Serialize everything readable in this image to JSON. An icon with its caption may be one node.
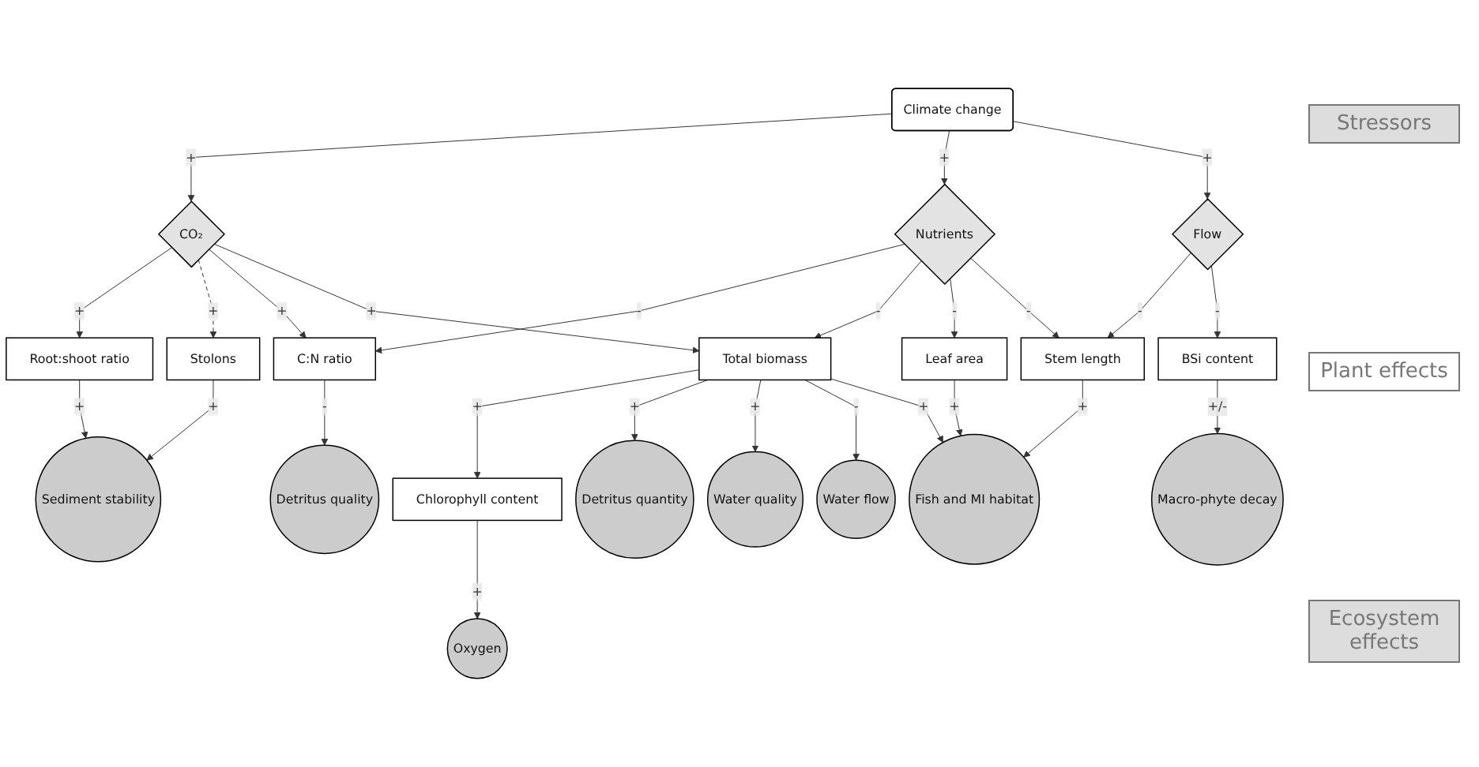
{
  "diagram": {
    "nodes": [
      {
        "text": [
          "Climate change"
        ]
      },
      {
        "text": [
          "CO₂"
        ]
      },
      {
        "text": [
          "Nutrients"
        ]
      },
      {
        "text": [
          "Flow"
        ]
      },
      {
        "text": [
          "Stressors"
        ]
      },
      {
        "text": [
          "Root:shoot ratio"
        ]
      },
      {
        "text": [
          "Stolons"
        ]
      },
      {
        "text": [
          "C:N ratio"
        ]
      },
      {
        "text": [
          "Total biomass"
        ]
      },
      {
        "text": [
          "Leaf area"
        ]
      },
      {
        "text": [
          "Stem length"
        ]
      },
      {
        "text": [
          "BSi content"
        ]
      },
      {
        "text": [
          "Plant effects"
        ]
      },
      {
        "text": [
          "Chlorophyll content"
        ]
      },
      {
        "text": [
          "Sediment stability"
        ]
      },
      {
        "text": [
          "Detritus quality"
        ]
      },
      {
        "text": [
          "Detritus quantity"
        ]
      },
      {
        "text": [
          "Oxygen"
        ]
      },
      {
        "text": [
          "Water quality"
        ]
      },
      {
        "text": [
          "Water flow"
        ]
      },
      {
        "text": [
          "Fish and MI habitat"
        ]
      },
      {
        "text": [
          "Macro-phyte decay"
        ]
      },
      {
        "text": [
          "Ecosystem effects"
        ]
      }
    ],
    "edges": [
      {
        "from": 0,
        "to": 1,
        "arrow": "to",
        "label": "+"
      },
      {
        "from": 0,
        "to": 2,
        "arrow": "to",
        "label": "+"
      },
      {
        "from": 0,
        "to": 3,
        "arrow": "to",
        "label": "+"
      },
      {
        "from": 1,
        "to": 5,
        "arrow": "to",
        "label": "+"
      },
      {
        "from": 1,
        "to": 6,
        "arrow": "to",
        "label": "+",
        "style": "dashed"
      },
      {
        "from": 1,
        "to": 7,
        "arrow": "to",
        "label": "+"
      },
      {
        "from": 1,
        "to": 8,
        "arrow": "to",
        "label": "+"
      },
      {
        "from": 2,
        "to": 7,
        "arrow": "to",
        "label": "-"
      },
      {
        "from": 2,
        "to": 8,
        "arrow": "to",
        "label": "-"
      },
      {
        "from": 2,
        "to": 9,
        "arrow": "to",
        "label": "-"
      },
      {
        "from": 2,
        "to": 10,
        "arrow": "to",
        "label": "-"
      },
      {
        "from": 3,
        "to": 10,
        "arrow": "to",
        "label": "-"
      },
      {
        "from": 3,
        "to": 11,
        "arrow": "to",
        "label": "-"
      },
      {
        "from": 5,
        "to": 14,
        "arrow": "to",
        "label": "+"
      },
      {
        "from": 6,
        "to": 14,
        "arrow": "to",
        "label": "+"
      },
      {
        "from": 7,
        "to": 15,
        "arrow": "to",
        "label": "-"
      },
      {
        "from": 8,
        "to": 13,
        "arrow": "to",
        "label": "+"
      },
      {
        "from": 8,
        "to": 16,
        "arrow": "to",
        "label": "+"
      },
      {
        "from": 8,
        "to": 18,
        "arrow": "to",
        "label": "+"
      },
      {
        "from": 8,
        "to": 19,
        "arrow": "to",
        "label": "-"
      },
      {
        "from": 8,
        "to": 20,
        "arrow": "to",
        "label": "+"
      },
      {
        "from": 13,
        "to": 17,
        "arrow": "to",
        "label": "+"
      },
      {
        "from": 9,
        "to": 20,
        "arrow": "to",
        "label": "+"
      },
      {
        "from": 10,
        "to": 20,
        "arrow": "to",
        "label": "+"
      },
      {
        "from": 11,
        "to": 21,
        "arrow": "to",
        "label": "+/-"
      }
    ]
  }
}
